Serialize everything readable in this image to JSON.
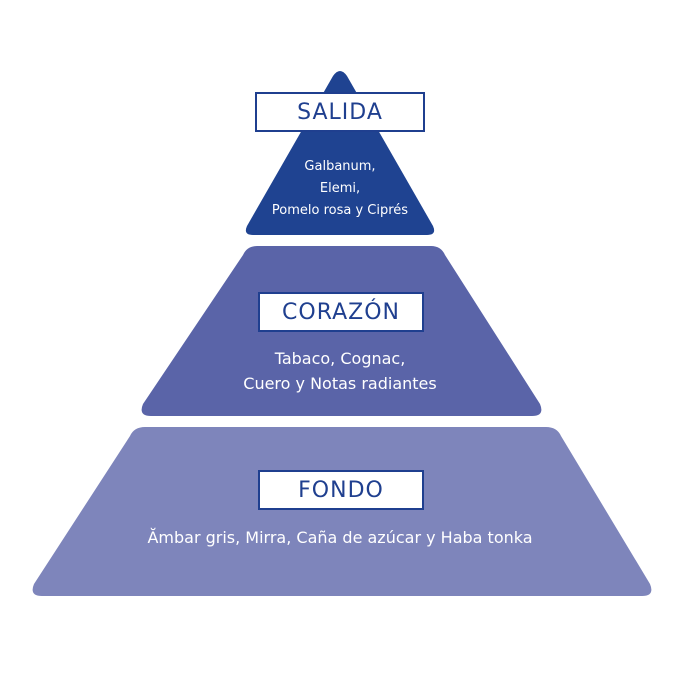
{
  "colors": {
    "top_tier": "#1f4391",
    "middle_tier": "#5a64a8",
    "bottom_tier": "#7e85bb",
    "label_border": "#1f3f8f",
    "label_text": "#1f3f8f",
    "notes_text": "#ffffff"
  },
  "tiers": [
    {
      "title": "SALIDA",
      "notes": [
        "Galbanum,",
        "Elemi,",
        "Pomelo rosa y Ciprés"
      ]
    },
    {
      "title": "CORAZÓN",
      "notes": [
        "Tabaco, Cognac,",
        "Cuero y Notas radiantes"
      ]
    },
    {
      "title": "FONDO",
      "notes": [
        "Ămbar gris, Mirra, Caña de azúcar y Haba tonka"
      ]
    }
  ]
}
